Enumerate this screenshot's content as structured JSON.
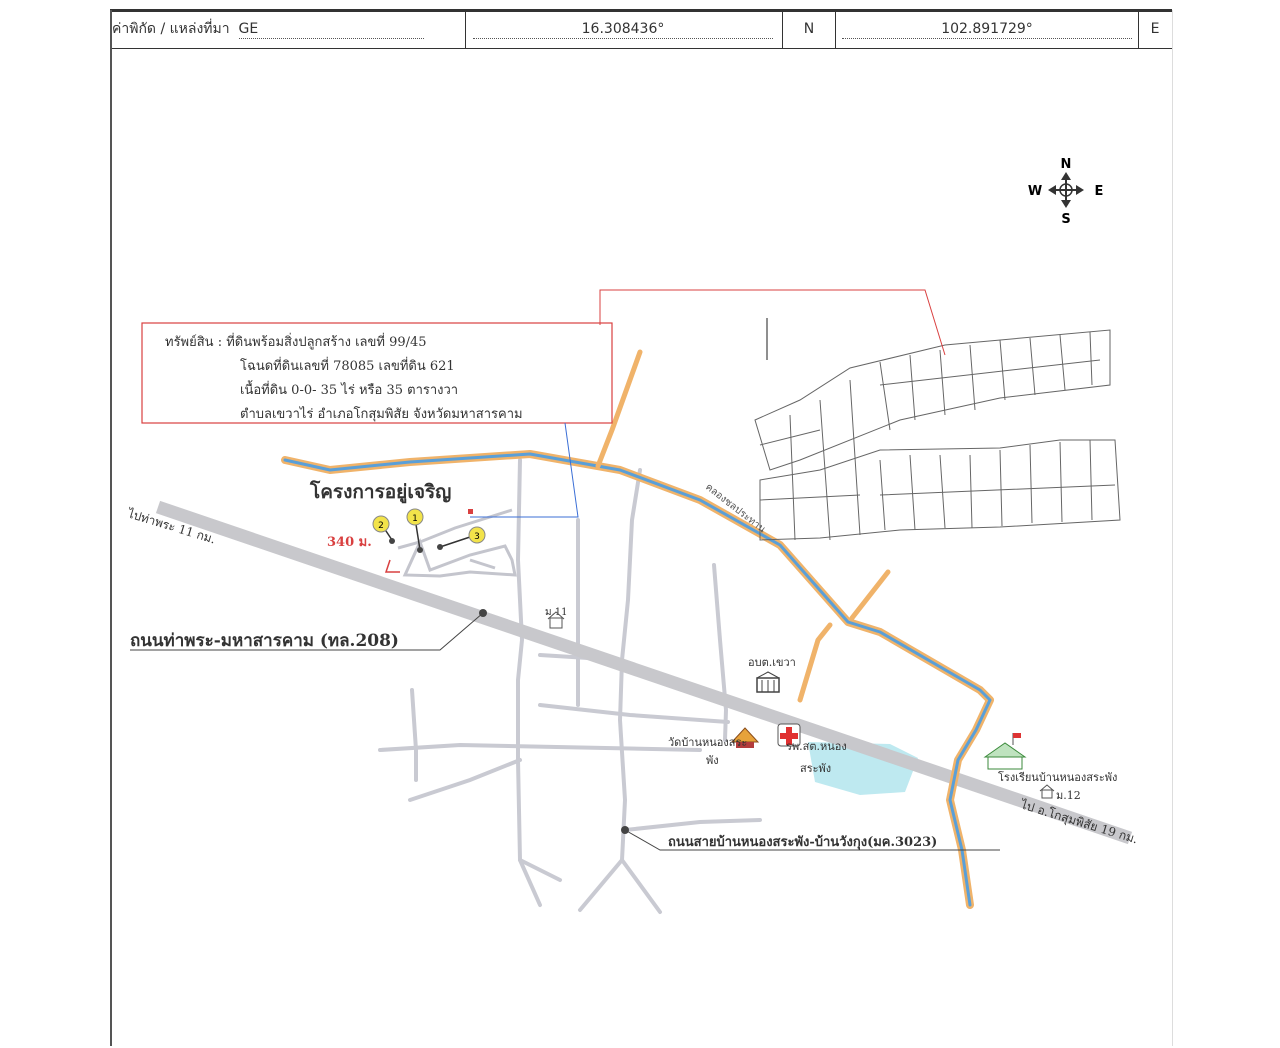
{
  "header": {
    "coord_label": "ค่าพิกัด / แหล่งที่มา",
    "source": "GE",
    "latitude": "16.308436°",
    "lat_dir": "N",
    "longitude": "102.891729°",
    "lon_dir": "E"
  },
  "compass": {
    "n": "N",
    "s": "S",
    "e": "E",
    "w": "W"
  },
  "property_box": {
    "line1": "ทรัพย์สิน : ที่ดินพร้อมสิ่งปลูกสร้าง  เลขที่ 99/45",
    "line2": "โฉนดที่ดินเลขที่ 78085  เลขที่ดิน 621",
    "line3": "เนื้อที่ดิน 0-0- 35 ไร่  หรือ 35 ตารางวา",
    "line4": "ตำบลเขวาไร่   อำเภอโกสุมพิสัย จังหวัดมหาสารคาม"
  },
  "project_name": "โครงการอยู่เจริญ",
  "distance": "340 ม.",
  "markers": [
    "1",
    "2",
    "3"
  ],
  "roads": {
    "main_road": "ถนนท่าพระ-มหาสารคาม (ทล.208)",
    "to_thapra": "ไปท่าพระ 11 กม.",
    "to_kosum": "ไป อ.โกสุมพิสัย 19 กม.",
    "local_road": "ถนนสายบ้านหนองสระพัง-บ้านวังกุง(มค.3023)",
    "canal": "คลองชลประทาน"
  },
  "landmarks": {
    "village11": "ม.11",
    "sao": "อบต.เขวา",
    "temple_l1": "วัดบ้านหนองสระ",
    "temple_l2": "พัง",
    "health_l1": "รพ.สต.หนอง",
    "health_l2": "สระพัง",
    "school": "โรงเรียนบ้านหนองสระพัง",
    "village12": "ม.12"
  },
  "colors": {
    "main_road": "#c8c8cc",
    "local_road": "#c9cad2",
    "canal_edge": "#f0b36a",
    "canal_water": "#5a9fd8",
    "callout": "#d94040",
    "pond": "#aee4ec"
  }
}
